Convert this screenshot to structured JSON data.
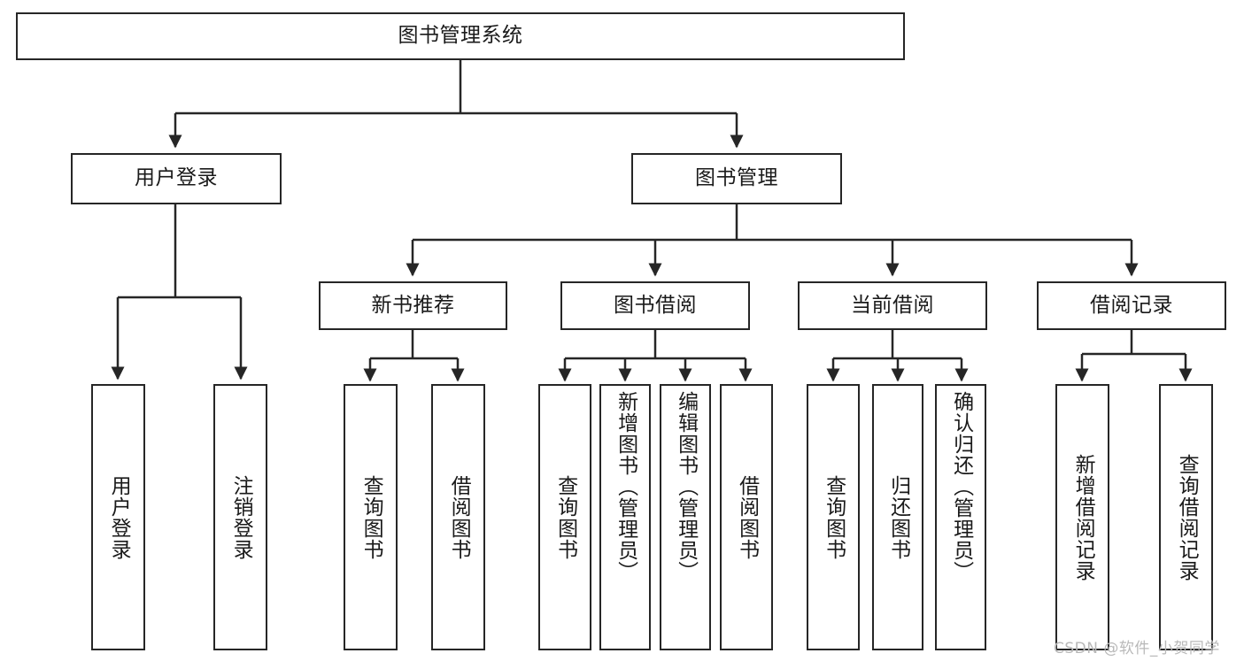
{
  "diagram": {
    "type": "tree-hierarchy",
    "title": "图书管理系统",
    "orientation": "top-down",
    "colors": {
      "background": "#ffffff",
      "box_border": "#262626",
      "box_fill": "#ffffff",
      "connector": "#262626",
      "text": "#1a1a1a",
      "watermark": "#b9b9b9"
    }
  },
  "root": {
    "label": "图书管理系统"
  },
  "level2": [
    {
      "label": "用户登录"
    },
    {
      "label": "图书管理"
    }
  ],
  "level3": [
    {
      "label": "新书推荐"
    },
    {
      "label": "图书借阅"
    },
    {
      "label": "当前借阅"
    },
    {
      "label": "借阅记录"
    }
  ],
  "leaves": {
    "user_login": [
      {
        "label": "用户登录"
      },
      {
        "label": "注销登录"
      }
    ],
    "new_book_recommend": [
      {
        "label": "查询图书"
      },
      {
        "label": "借阅图书"
      }
    ],
    "book_borrow": [
      {
        "label": "查询图书"
      },
      {
        "label": "新增图书（管理员）"
      },
      {
        "label": "编辑图书（管理员）"
      },
      {
        "label": "借阅图书"
      }
    ],
    "current_borrow": [
      {
        "label": "查询图书"
      },
      {
        "label": "归还图书"
      },
      {
        "label": "确认归还（管理员）"
      }
    ],
    "borrow_record": [
      {
        "label": "新增借阅记录"
      },
      {
        "label": "查询借阅记录"
      }
    ]
  },
  "watermark": {
    "text": "CSDN @软件_小贺同学"
  }
}
